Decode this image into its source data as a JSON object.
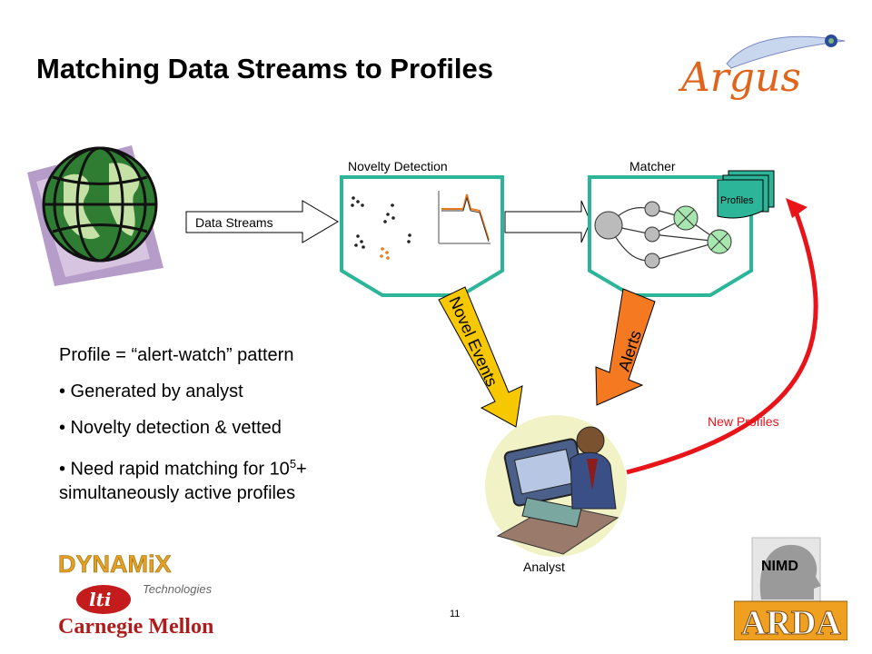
{
  "slide": {
    "title": "Matching Data Streams to Profiles",
    "logo_text": "Argus",
    "page_number": "11"
  },
  "diagram": {
    "data_streams_label": "Data Streams",
    "novelty_detection_label": "Novelty Detection",
    "matcher_label": "Matcher",
    "profiles_label": "Profiles",
    "novel_events_label": "Novel Events",
    "alerts_label": "Alerts",
    "new_profiles_label": "New Profiles",
    "analyst_label": "Analyst"
  },
  "bullets": {
    "heading": "Profile = “alert-watch” pattern",
    "item1": "• Generated by analyst",
    "item2": "• Novelty detection & vetted",
    "item3_prefix": "• Need rapid matching for 10",
    "item3_sup": "5",
    "item3_suffix": "+",
    "item3_line2": "simultaneously active profiles"
  },
  "logos": {
    "dynamix": "DYNAMiX",
    "dynamix_sub": "Technologies",
    "lti": "lti",
    "cmu": "Carnegie Mellon",
    "nimd": "NIMD",
    "arda": "ARDA"
  },
  "colors": {
    "teal": "#2db59a",
    "yellow": "#f7c800",
    "orange": "#f47920",
    "red": "#e8141a",
    "argus_orange": "#e0641c"
  }
}
